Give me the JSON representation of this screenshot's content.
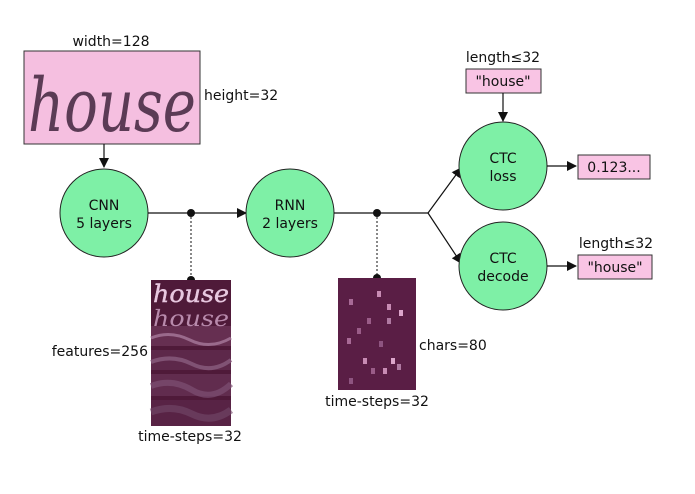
{
  "input_image": {
    "word": "house",
    "width_label": "width=128",
    "height_label": "height=32"
  },
  "nodes": {
    "cnn": {
      "line1": "CNN",
      "line2": "5 layers"
    },
    "rnn": {
      "line1": "RNN",
      "line2": "2 layers"
    },
    "ctc_loss": {
      "line1": "CTC",
      "line2": "loss"
    },
    "ctc_decode": {
      "line1": "CTC",
      "line2": "decode"
    }
  },
  "features": {
    "width_label": "time-steps=32",
    "height_label": "features=256",
    "preview_words": [
      "house",
      "house"
    ]
  },
  "chars_matrix": {
    "width_label": "time-steps=32",
    "height_label": "chars=80"
  },
  "ground_truth": {
    "length_label": "length≤32",
    "text": "\"house\""
  },
  "loss_output": {
    "text": "0.123..."
  },
  "decode_output": {
    "length_label": "length≤32",
    "text": "\"house\""
  },
  "colors": {
    "node_fill": "#7ef0a6",
    "box_fill": "#f9c4e4",
    "feature_dark": "#4f1a39",
    "matrix_dark": "#5a1e45",
    "matrix_cell": "#c88cb4"
  }
}
